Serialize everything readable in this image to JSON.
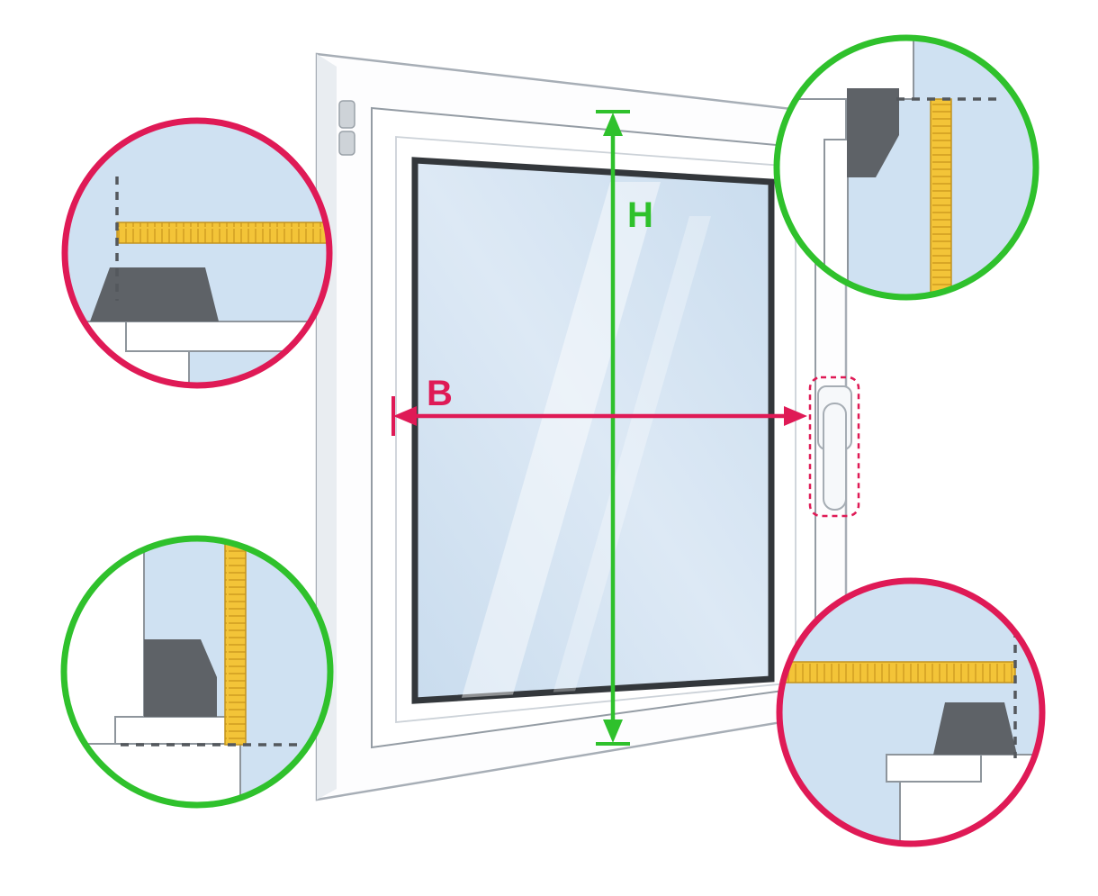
{
  "diagram": {
    "window": {
      "height_label": "H",
      "width_label": "B"
    },
    "colors": {
      "green": "#2fc12c",
      "crimson": "#df1a56",
      "tape_yellow": "#f3c438",
      "tape_tick": "#cf9c20",
      "tape_border": "#c2931f",
      "light_blue": "#cfe1f2",
      "dark_gray": "#5e6267",
      "dashed_gray": "#54585d",
      "glass_blue_1": "#c9dcee",
      "glass_blue_2": "#dde9f5"
    },
    "callouts": {
      "top_left": {
        "ring": "crimson",
        "tape": "horizontal"
      },
      "top_right": {
        "ring": "green",
        "tape": "vertical"
      },
      "bottom_left": {
        "ring": "green",
        "tape": "vertical"
      },
      "bottom_right": {
        "ring": "crimson",
        "tape": "horizontal"
      }
    }
  }
}
